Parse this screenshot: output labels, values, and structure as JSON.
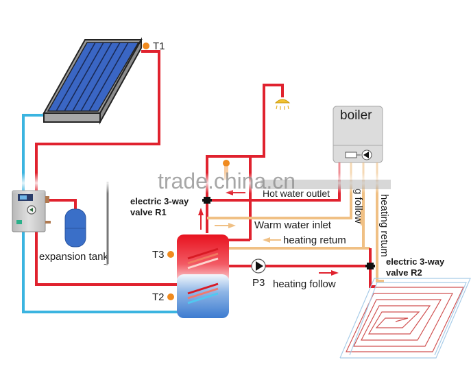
{
  "watermark": "trade.china.cn",
  "colors": {
    "hot_pipe": "#e0222e",
    "cold_pipe": "#3bb4e0",
    "warm_pipe": "#f0c084",
    "sensor": "#f08a1e",
    "panel_blue": "#3a66c4",
    "boiler_gray": "#dcdcdc",
    "expansion_tank": "#3a6fc8"
  },
  "components": {
    "collector_sensor": "T1",
    "boiler": "boiler",
    "expansion_tank": "expansion tank",
    "valve_r1_line1": "electric 3-way",
    "valve_r1_line2": "valve R1",
    "valve_r2_line1": "electric 3-way",
    "valve_r2_line2": "valve R2",
    "tank_sensor_upper": "T3",
    "tank_sensor_lower": "T2",
    "pump": "P3"
  },
  "flows": {
    "hot_water_outlet": "Hot water outlet",
    "warm_water_inlet": "Warm water inlet",
    "heating_return_horizontal": "heating retum",
    "heating_follow_horizontal": "heating follow",
    "heating_follow_vertical": "g follow",
    "heating_return_vertical": "heating retum"
  }
}
